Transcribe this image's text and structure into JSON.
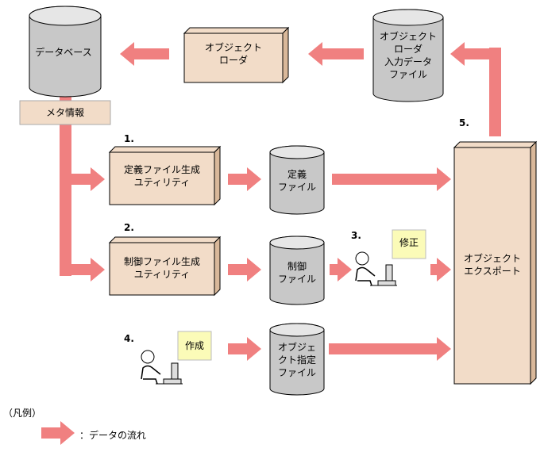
{
  "colors": {
    "arrow": "#f08080",
    "box_fill": "#f2dcc8",
    "box_side": "#d9b89a",
    "cylinder_fill": "#c8c8c8",
    "note_fill": "#fbfbb8"
  },
  "nodes": {
    "database": "データベース",
    "meta_info": "メタ情報",
    "object_loader": [
      "オブジェクト",
      "ローダ"
    ],
    "loader_input_file": [
      "オブジェクト",
      "ローダ",
      "入力データ",
      "ファイル"
    ],
    "def_util": [
      "定義ファイル生成",
      "ユティリティ"
    ],
    "def_file": [
      "定義",
      "ファイル"
    ],
    "ctrl_util": [
      "制御ファイル生成",
      "ユティリティ"
    ],
    "ctrl_file": [
      "制御",
      "ファイル"
    ],
    "obj_spec_file": [
      "オブジェ",
      "クト指定",
      "ファイル"
    ],
    "object_export": [
      "オブジェクト",
      "エクスポート"
    ],
    "note_modify": "修正",
    "note_create": "作成"
  },
  "steps": {
    "s1": "1.",
    "s2": "2.",
    "s3": "3.",
    "s4": "4.",
    "s5": "5."
  },
  "legend": {
    "title": "（凡例）",
    "arrow_label": "：データの流れ"
  }
}
